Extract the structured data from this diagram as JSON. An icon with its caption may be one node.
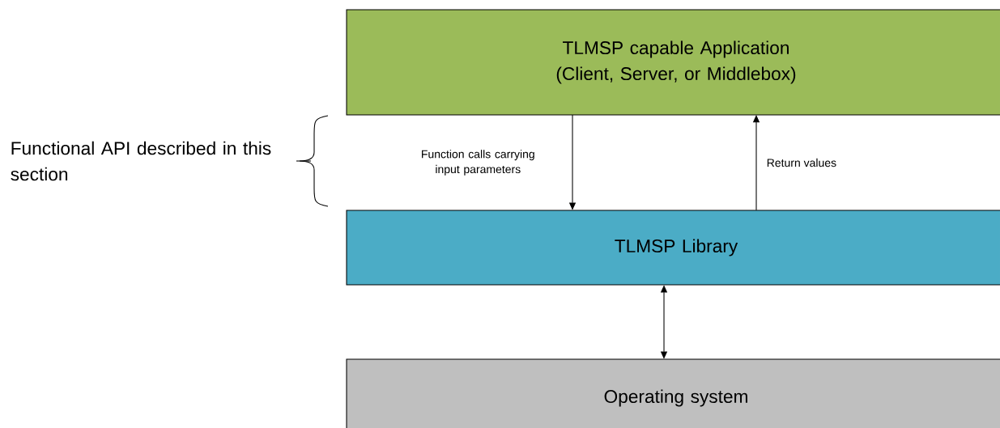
{
  "diagram": {
    "nodes": [
      {
        "text": [
          "TLMSP capable Application (Client, Server, or Middlebox)"
        ]
      },
      {
        "text": [
          "TLMSP Library"
        ]
      },
      {
        "text": [
          "Operating system"
        ]
      }
    ],
    "edges": [
      {
        "from": 0,
        "to": 1,
        "arrow": "to",
        "label": "Function calls carrying input parameters"
      },
      {
        "from": 1,
        "to": 0,
        "arrow": "to",
        "label": "Return values"
      },
      {
        "from": 1,
        "to": 2,
        "arrow": "both"
      }
    ],
    "labels": [
      "Functional API described in this section"
    ]
  }
}
